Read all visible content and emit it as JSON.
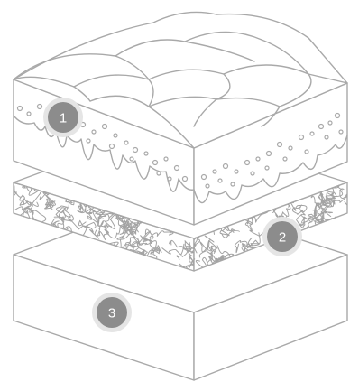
{
  "colors": {
    "line": "#a9a9a9",
    "badge_fill": "#8c8c8c",
    "badge_ring": "#e5e5e5",
    "background": "#ffffff"
  },
  "badges": [
    {
      "label": "1",
      "layer": "quilted-top-foam-layer"
    },
    {
      "label": "2",
      "layer": "fibre-mesh-layer"
    },
    {
      "label": "3",
      "layer": "base-layer"
    }
  ]
}
